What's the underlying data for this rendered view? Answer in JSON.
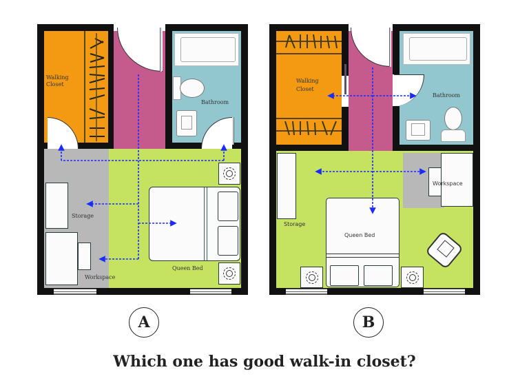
{
  "plans": [
    {
      "id": "A",
      "option_label": "A",
      "rooms": {
        "closet": "Walking\nCloset",
        "closet_line1": "Walking",
        "closet_line2": "Closet",
        "bathroom": "Bathroom",
        "storage": "Storage",
        "workspace": "Workspace",
        "bed": "Queen Bed"
      }
    },
    {
      "id": "B",
      "option_label": "B",
      "rooms": {
        "closet_line1": "Walking",
        "closet_line2": "Closet",
        "bathroom": "Bathroom",
        "storage": "Storage",
        "workspace": "Workspace",
        "bed": "Queen Bed"
      }
    }
  ],
  "question": "Which one has good walk-in closet?",
  "colors": {
    "closet": "#f39a12",
    "hallway": "#c55b8d",
    "bathroom": "#93c7cf",
    "bedroom": "#c6e261",
    "workspace_zone": "#b8b8b8",
    "walls": "#111111",
    "circulation_arrows": "#1a2bff"
  }
}
